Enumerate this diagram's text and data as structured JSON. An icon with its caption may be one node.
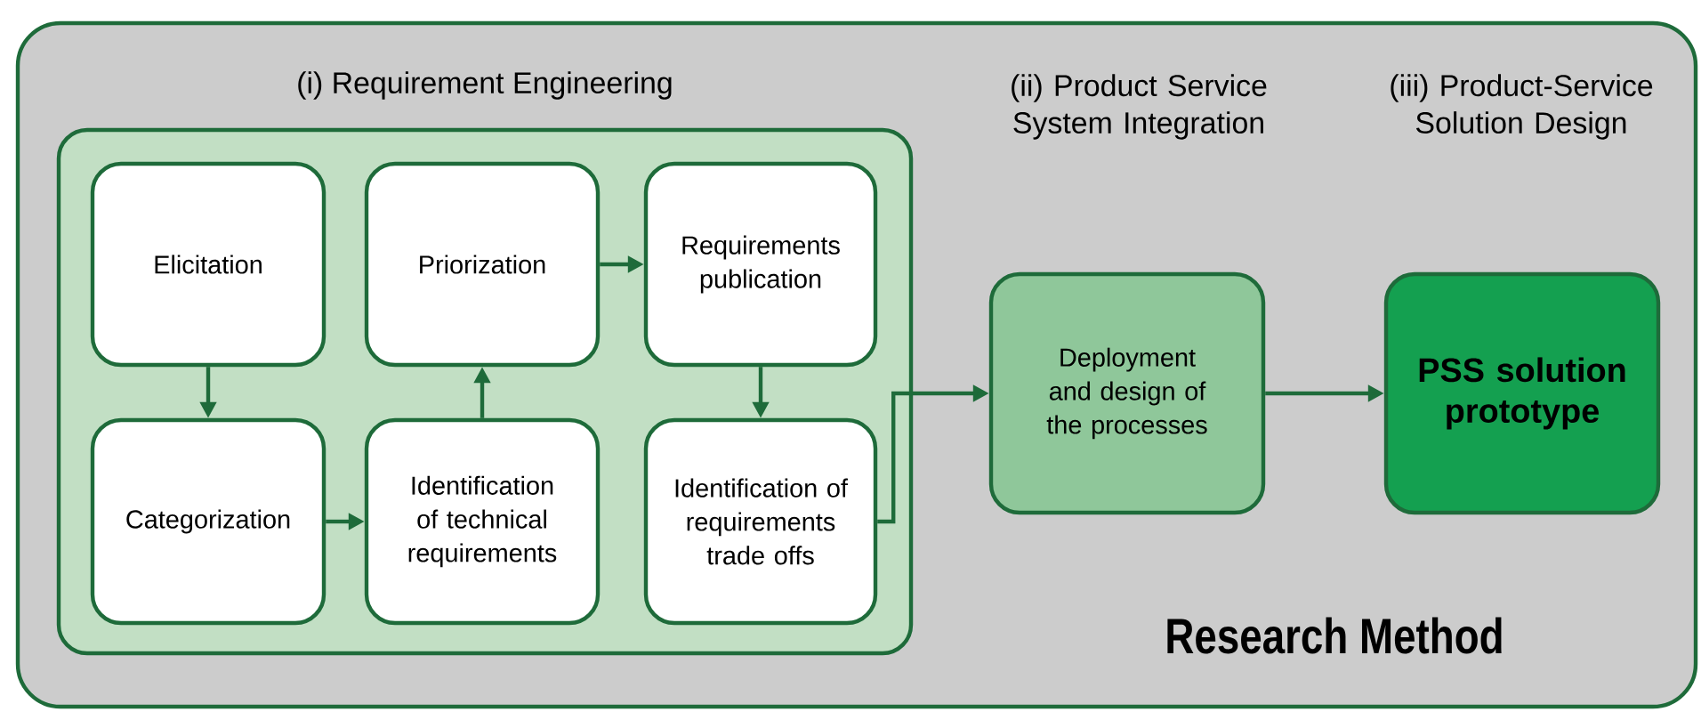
{
  "diagram": {
    "nodes": [
      {
        "text": [
          "Research Method"
        ]
      },
      {
        "text": [
          "(i) Requirement Engineering"
        ],
        "in": 0
      },
      {
        "text": [
          "Elicitation"
        ],
        "in": 1
      },
      {
        "text": [
          "Priorization"
        ],
        "in": 1
      },
      {
        "text": [
          "Requirements publication"
        ],
        "in": 1
      },
      {
        "text": [
          "Categorization"
        ],
        "in": 1
      },
      {
        "text": [
          "Identification of technical requirements"
        ],
        "in": 1
      },
      {
        "text": [
          "Identification of requirements trade offs"
        ],
        "in": 1
      },
      {
        "text": [
          "Deployment and design of the processes"
        ],
        "in": 0
      },
      {
        "text": [
          "PSS solution prototype"
        ],
        "in": 0
      }
    ],
    "labels": [
      "(ii) Product Service System Integration",
      "(iii) Product-Service Solution Design"
    ],
    "edges": [
      {
        "from": 2,
        "to": 5,
        "arrow": "to"
      },
      {
        "from": 5,
        "to": 6,
        "arrow": "to"
      },
      {
        "from": 6,
        "to": 3,
        "arrow": "to"
      },
      {
        "from": 3,
        "to": 4,
        "arrow": "to"
      },
      {
        "from": 4,
        "to": 7,
        "arrow": "to"
      },
      {
        "from": 7,
        "to": 8,
        "arrow": "to"
      },
      {
        "from": 8,
        "to": 9,
        "arrow": "to"
      }
    ]
  }
}
